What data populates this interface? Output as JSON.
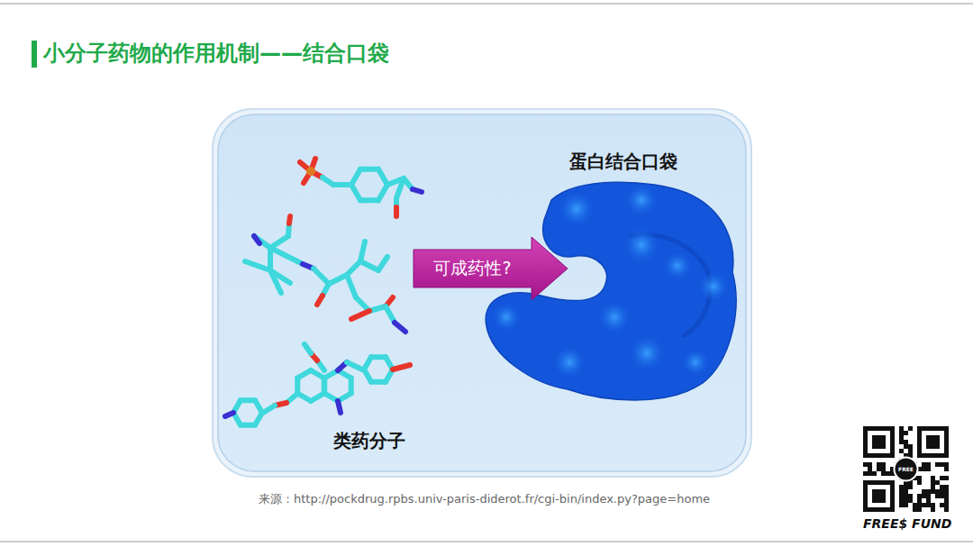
{
  "diagram": {
    "title": "小分子药物的作用机制——结合口袋",
    "caption": "来源：http://pockdrug.rpbs.univ-paris-diderot.fr/cgi-bin/index.py?page=home",
    "nodes": [
      {
        "text": [
          "类药分子"
        ]
      },
      {
        "text": [
          "蛋白结合口袋"
        ]
      }
    ],
    "edges": [
      {
        "from": 0,
        "to": 1,
        "arrow": "to",
        "label": "可成药性?"
      }
    ],
    "labels": [
      "FREE",
      "FREE$ FUND"
    ]
  }
}
